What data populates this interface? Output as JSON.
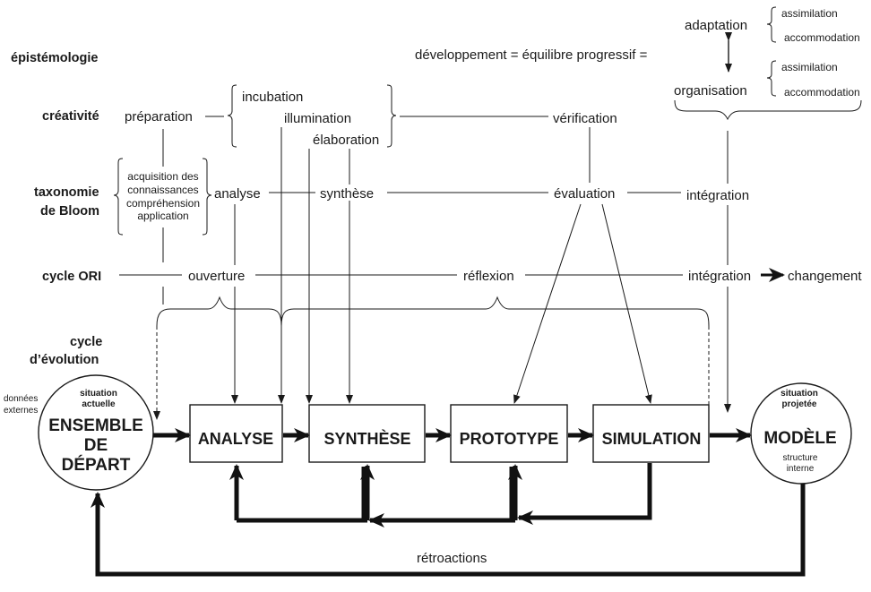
{
  "rows": {
    "epistemologie": "épistémologie",
    "creativite": "créativité",
    "taxonomie_1": "taxonomie",
    "taxonomie_2": "de Bloom",
    "cycle_ori": "cycle ORI",
    "cycle_evo_1": "cycle",
    "cycle_evo_2": "d’évolution"
  },
  "epistemology": {
    "equation": "développement = équilibre progressif  =",
    "adaptation": "adaptation",
    "organisation": "organisation",
    "assimilation": "assimilation",
    "accommodation": "accommodation"
  },
  "creativity": {
    "preparation": "préparation",
    "incubation": "incubation",
    "illumination": "illumination",
    "elaboration": "élaboration",
    "verification": "vérification"
  },
  "bloom": {
    "group": [
      "acquisition des",
      "connaissances",
      "compréhension",
      "application"
    ],
    "analyse": "analyse",
    "synthese": "synthèse",
    "evaluation": "évaluation",
    "integration": "intégration"
  },
  "ori": {
    "ouverture": "ouverture",
    "reflexion": "réflexion",
    "integration": "intégration",
    "changement": "changement"
  },
  "evolution": {
    "donnees_1": "données",
    "donnees_2": "externes",
    "start_small_1": "situation",
    "start_small_2": "actuelle",
    "start_big": [
      "ENSEMBLE",
      "DE",
      "DÉPART"
    ],
    "box_analyse": "ANALYSE",
    "box_synthese": "SYNTHÈSE",
    "box_prototype": "PROTOTYPE",
    "box_simulation": "SIMULATION",
    "end_small_1": "situation",
    "end_small_2": "projetée",
    "end_big": "MODÈLE",
    "end_sub_1": "structure",
    "end_sub_2": "interne",
    "retroactions": "rétroactions"
  }
}
